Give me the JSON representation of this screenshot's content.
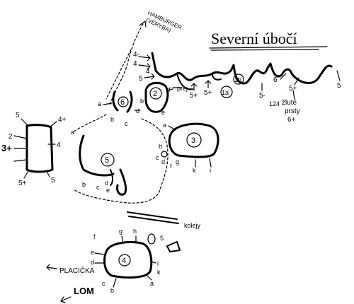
{
  "title": "Severní úbočí",
  "places": {
    "hamburger": "HAMBURGER",
    "verybai": "(VERYBA)",
    "kolejy": "kolejy",
    "placicka": "PLACIČKA",
    "lom": "LOM",
    "zlute_prsty": "žluté",
    "prsty": "prsty"
  },
  "boulders": {
    "b2": "2",
    "b3": "3",
    "b4": "4",
    "b5": "5",
    "b6": "6",
    "b1a": "1a",
    "b1b": "1b"
  },
  "grades": {
    "g4plus": "4+",
    "g5": "5",
    "g5plus": "5+",
    "g3plus": "3+",
    "g2": "2",
    "g4": "4",
    "g6": "6",
    "g6plus": "6+",
    "g5minus": "5-",
    "g124": "124",
    "g4arrow": "4-",
    "prej": "prej"
  },
  "letters": {
    "a": "a",
    "b": "b",
    "c": "c",
    "d": "d",
    "e": "e",
    "f": "f",
    "g": "g",
    "h": "h",
    "i": "i",
    "k": "k",
    "l": "l"
  }
}
